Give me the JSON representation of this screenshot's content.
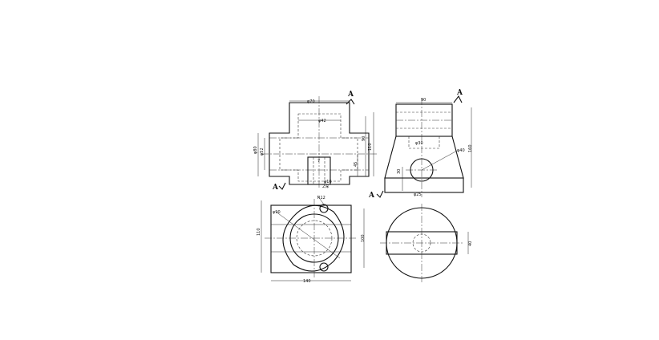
{
  "labels": {
    "section_mark_front_top": "A",
    "section_mark_front_bottom": "A",
    "section_mark_side_top": "A",
    "section_mark_side_bottom": "A"
  },
  "front_view": {
    "dim_top": "φ70",
    "dim_inner": "φ42",
    "dim_height_total": "90",
    "dim_height_right": "110",
    "dim_height_lower": "45",
    "dim_left_outer": "φ80",
    "dim_left_inner": "φ52",
    "dim_slot": "7",
    "dim_bottom_hole": "φ16",
    "dim_bottom_depth": "2深"
  },
  "side_view": {
    "dim_top": "90",
    "dim_bore": "φ40",
    "dim_hole": "φ30",
    "dim_height": "160",
    "dim_base_offset": "30",
    "dim_base_hole": "φ25"
  },
  "top_view": {
    "dim_radius": "R12",
    "dim_diameter": "φ90",
    "dim_width": "140",
    "dim_height_left": "110",
    "dim_height_right": "100"
  },
  "bottom_right_view": {
    "dim_slot": "40"
  }
}
